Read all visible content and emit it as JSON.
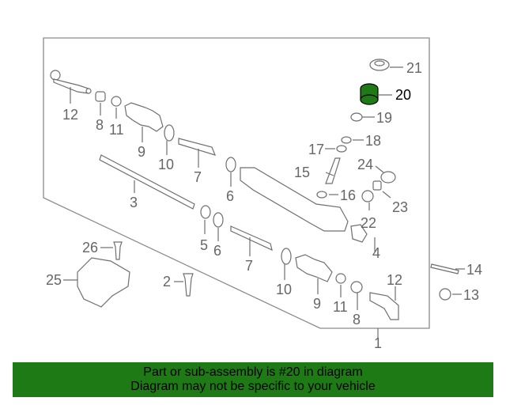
{
  "callouts": {
    "c1": "1",
    "c2": "2",
    "c3": "3",
    "c4": "4",
    "c5": "5",
    "c6a": "6",
    "c6b": "6",
    "c7a": "7",
    "c7b": "7",
    "c8a": "8",
    "c8b": "8",
    "c9a": "9",
    "c9b": "9",
    "c10a": "10",
    "c10b": "10",
    "c11a": "11",
    "c11b": "11",
    "c12a": "12",
    "c12b": "12",
    "c13": "13",
    "c14": "14",
    "c15": "15",
    "c16": "16",
    "c17": "17",
    "c18": "18",
    "c19": "19",
    "c20": "20",
    "c21": "21",
    "c22": "22",
    "c23": "23",
    "c24": "24",
    "c25": "25",
    "c26": "26"
  },
  "highlight": {
    "part_number": "20",
    "color": "#1e7a14"
  },
  "banner": {
    "line1": "Part or sub-assembly is #20 in diagram",
    "line2": "Diagram may not be specific to your vehicle",
    "background": "#1e7a14"
  }
}
